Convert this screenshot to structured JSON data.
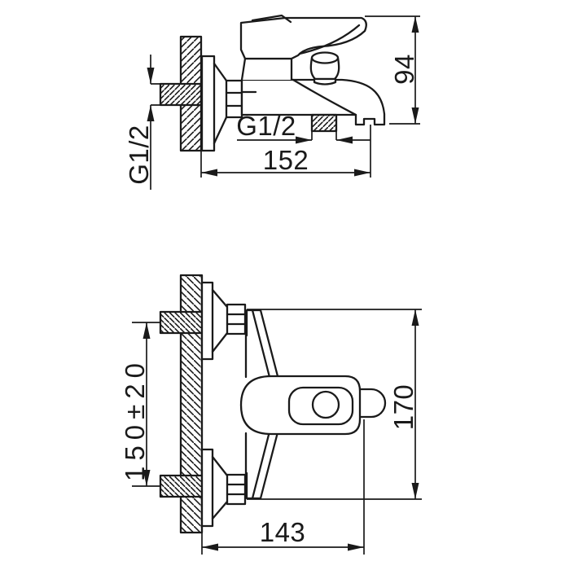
{
  "colors": {
    "background": "#ffffff",
    "line": "#1a1a1a"
  },
  "side_view": {
    "labels": {
      "wall_pipe_thread": "G1/2",
      "shower_outlet_thread": "G1/2",
      "spout_reach": "152",
      "body_height": "94"
    }
  },
  "front_view": {
    "labels": {
      "connection_distance": "150±20",
      "overall_length": "170",
      "overall_reach": "143"
    }
  }
}
